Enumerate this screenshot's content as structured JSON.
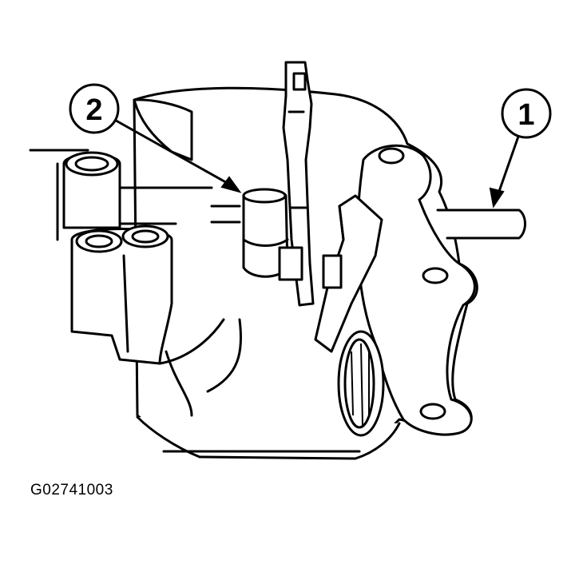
{
  "figure": {
    "code": "G02741003"
  },
  "callouts": [
    {
      "id": "callout-1",
      "label": "1"
    },
    {
      "id": "callout-2",
      "label": "2"
    }
  ],
  "colors": {
    "line": "#000000",
    "background": "#ffffff"
  }
}
